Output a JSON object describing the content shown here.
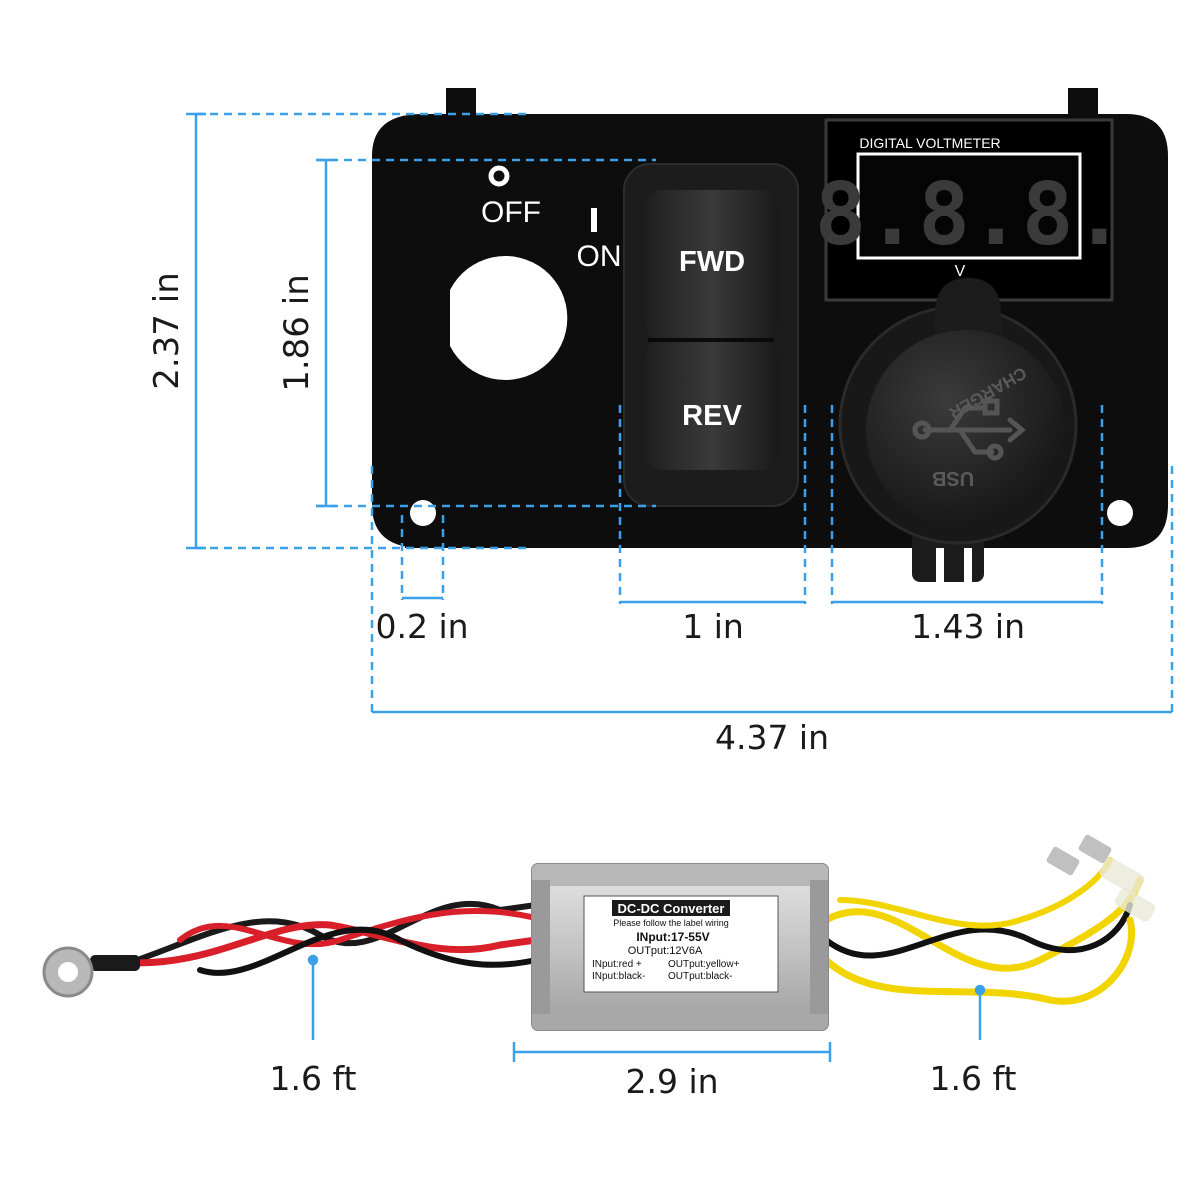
{
  "colors": {
    "dimension_line": "#3aa0e8",
    "panel": "#0d0d0d",
    "display_digits": "#3a3a3a",
    "wire_red": "#d9202a",
    "wire_yellow": "#f2d400",
    "converter_body": "#c9c9c9"
  },
  "panel": {
    "off_label": "OFF",
    "on_label": "ON",
    "fwd_label": "FWD",
    "rev_label": "REV",
    "voltmeter_title": "DIGITAL VOLTMETER",
    "voltmeter_digits": "8.8.8.",
    "voltmeter_unit": "V",
    "usb_cap_top": "CHARGER",
    "usb_cap_bottom": "USB"
  },
  "dimensions": {
    "height_total": "2.37 in",
    "height_switch": "1.86 in",
    "hole_width": "0.2 in",
    "switch_width": "1 in",
    "socket_width": "1.43 in",
    "panel_width": "4.37 in"
  },
  "converter": {
    "title": "DC-DC Converter",
    "subtitle": "Please follow the label wiring",
    "input_spec": "INput:17-55V",
    "output_spec": "OUTput:12V6A",
    "input_red": "INput:red +",
    "input_black": "INput:black-",
    "output_yellow": "OUTput:yellow+",
    "output_black": "OUTput:black-"
  },
  "wire_lengths": {
    "input_wire": "1.6 ft",
    "converter_length": "2.9 in",
    "output_wire": "1.6 ft"
  }
}
